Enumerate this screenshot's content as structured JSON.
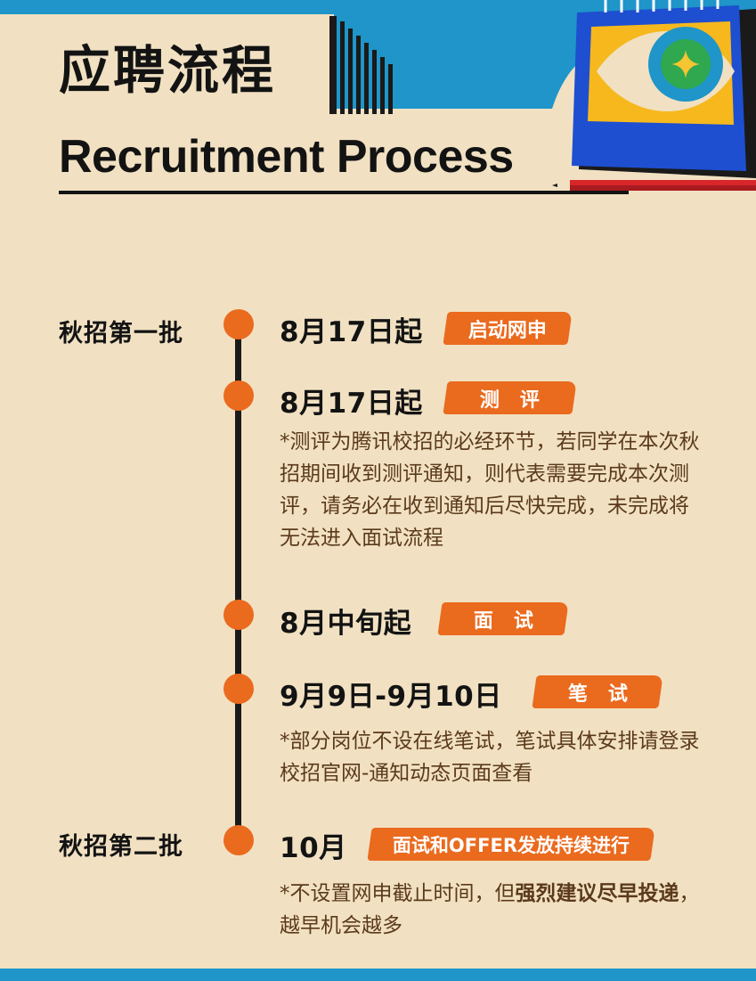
{
  "header": {
    "title_cn": "应聘流程",
    "title_en": "Recruitment Process"
  },
  "colors": {
    "background": "#f1e1c2",
    "accent_orange": "#ea6a1e",
    "blue_band": "#1f95c9",
    "text_dark": "#131313",
    "note_brown": "#5b3a1b"
  },
  "batches": [
    {
      "label": "秋招第一批"
    },
    {
      "label": "秋招第二批"
    }
  ],
  "steps": [
    {
      "date": "8月17日起",
      "tag": "启动网申"
    },
    {
      "date": "8月17日起",
      "tag": "测   评",
      "note": "*测评为腾讯校招的必经环节，若同学在本次秋招期间收到测评通知，则代表需要完成本次测评，请务必在收到通知后尽快完成，未完成将无法进入面试流程"
    },
    {
      "date": "8月中旬起",
      "tag": "面   试"
    },
    {
      "date": "9月9日-9月10日",
      "tag": "笔   试",
      "note": "*部分岗位不设在线笔试，笔试具体安排请登录校招官网-通知动态页面查看"
    },
    {
      "date": "10月",
      "tag": "面试和OFFER发放持续进行",
      "note_plain_1": "*不设置网申截止时间，但",
      "note_bold": "强烈建议尽早投递",
      "note_plain_2": "，越早机会越多"
    }
  ],
  "decorations": {
    "calendar_icon": "calendar-eye-icon",
    "pencil_icon": "pencil-icon"
  }
}
